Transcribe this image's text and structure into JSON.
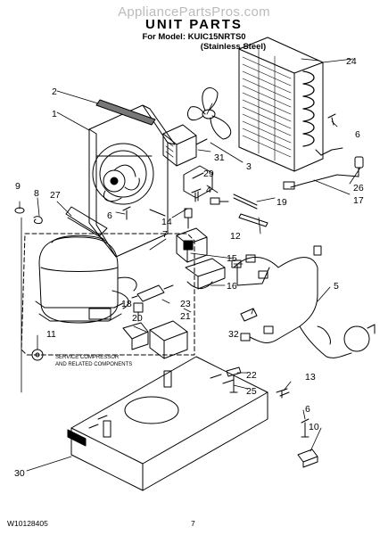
{
  "watermark": "AppliancePartsPros.com",
  "title": "UNIT PARTS",
  "model_line": "For Model: KUIC15NRTS0",
  "finish_line": "(Stainless Steel)",
  "footer": {
    "doc_number": "W10128405",
    "page_number": "7"
  },
  "service_note": [
    "SERVICE COMPRESSOR",
    "AND RELATED COMPONENTS"
  ],
  "callouts": [
    "1",
    "2",
    "3",
    "4",
    "5",
    "6",
    "6",
    "6",
    "7",
    "8",
    "9",
    "10",
    "11",
    "12",
    "13",
    "14",
    "15",
    "16",
    "17",
    "18",
    "19",
    "20",
    "21",
    "22",
    "23",
    "24",
    "25",
    "26",
    "27",
    "29",
    "30",
    "31",
    "32"
  ]
}
